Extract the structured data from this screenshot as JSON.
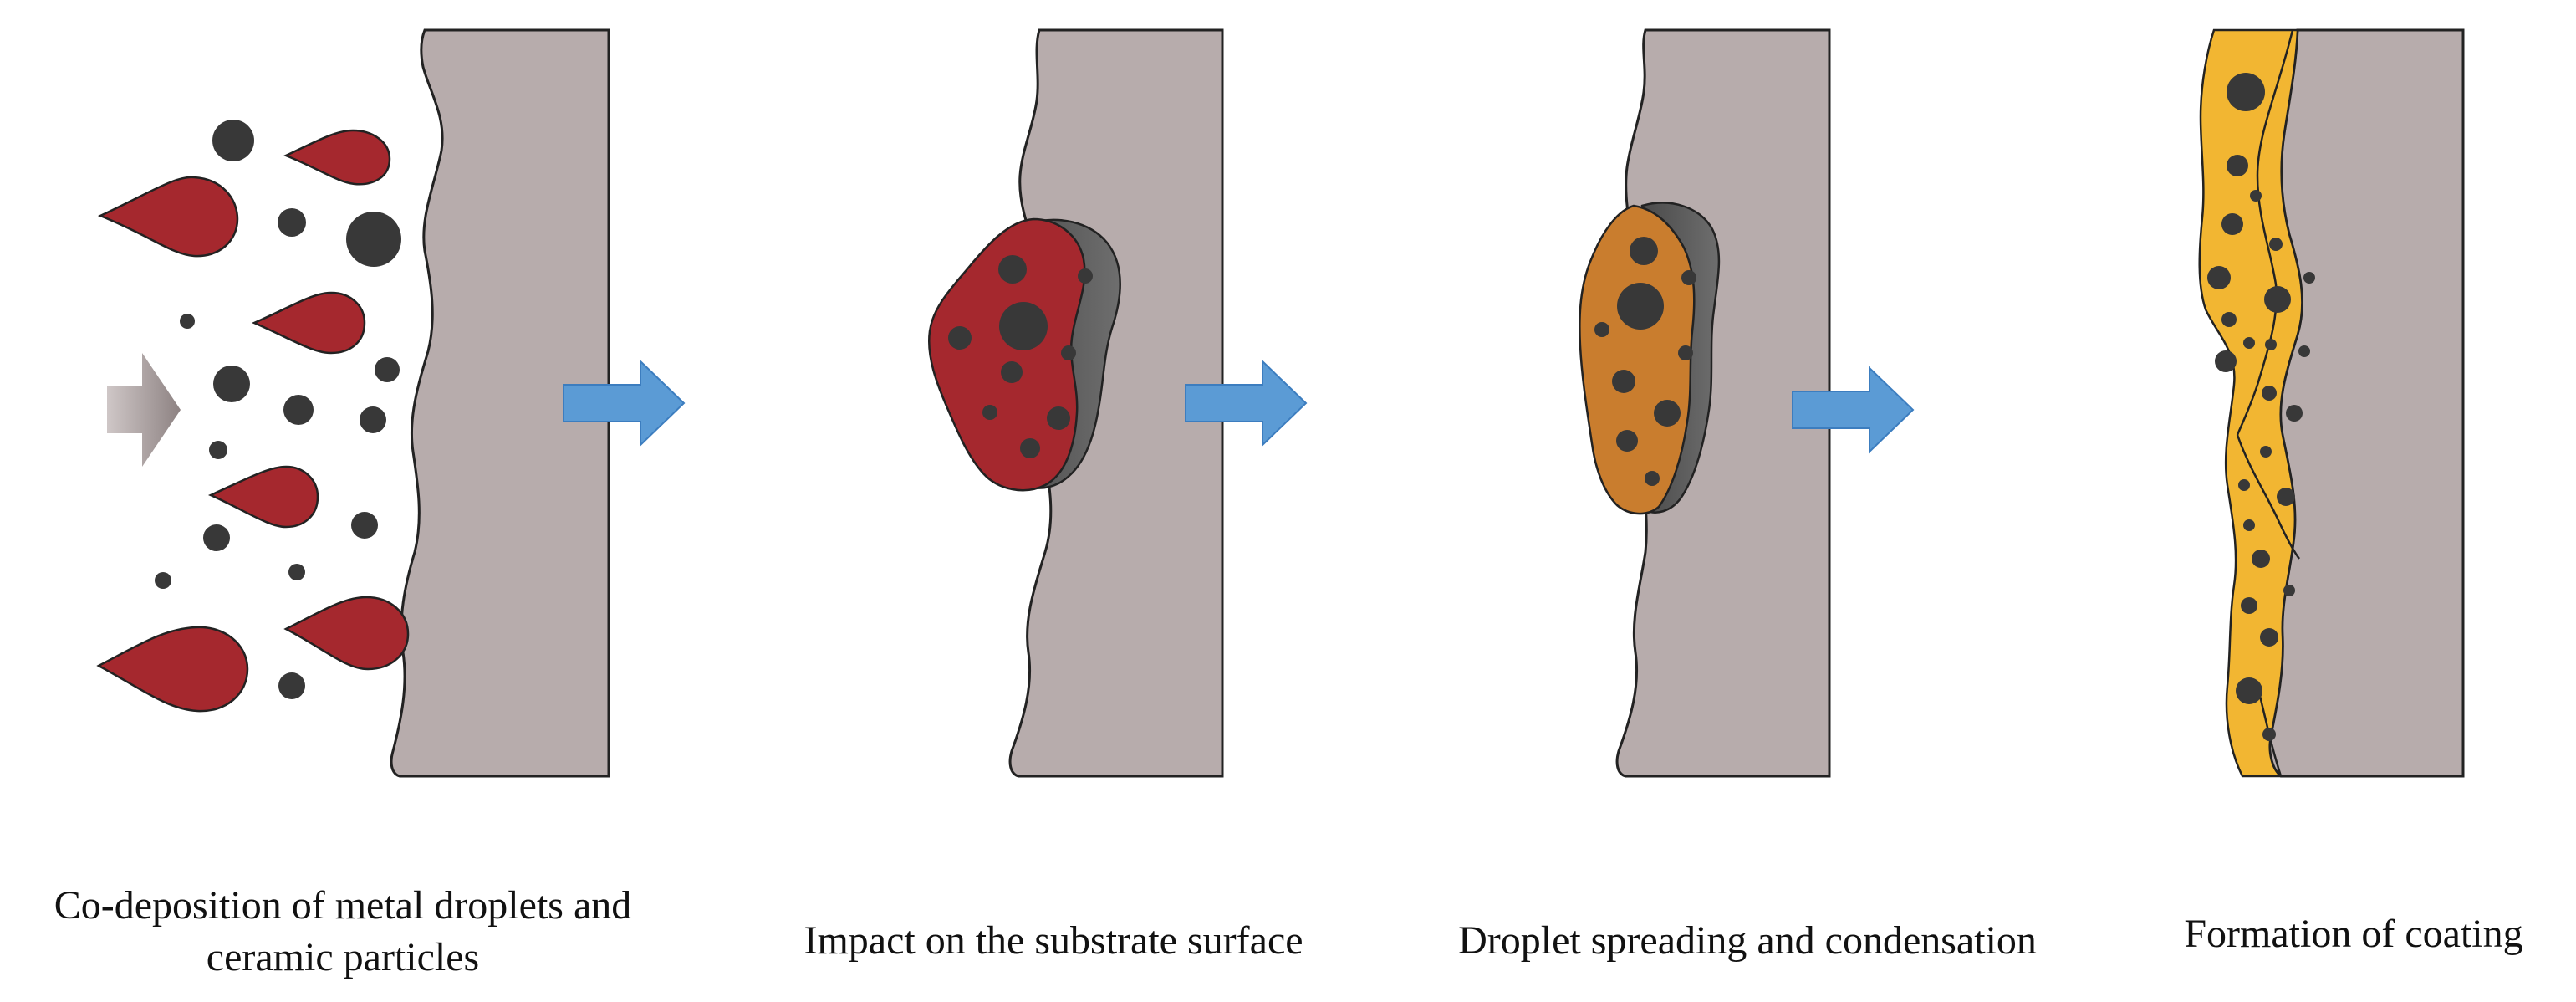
{
  "stages": [
    {
      "caption_line1": "Co-deposition of metal droplets and",
      "caption_line2": "ceramic particles"
    },
    {
      "caption_line1": "Impact on the substrate surface"
    },
    {
      "caption_line1": "Droplet spreading and condensation"
    },
    {
      "caption_line1": "Formation of coating"
    }
  ],
  "colors": {
    "substrate": "#b7acac",
    "metal_droplet": "#a5282e",
    "spread_droplet": "#c97d2e",
    "coating": "#f2b632",
    "ceramic_particle": "#383838",
    "flow_arrow": "#5b9bd5",
    "spray_arrow": "#a79e9e"
  }
}
